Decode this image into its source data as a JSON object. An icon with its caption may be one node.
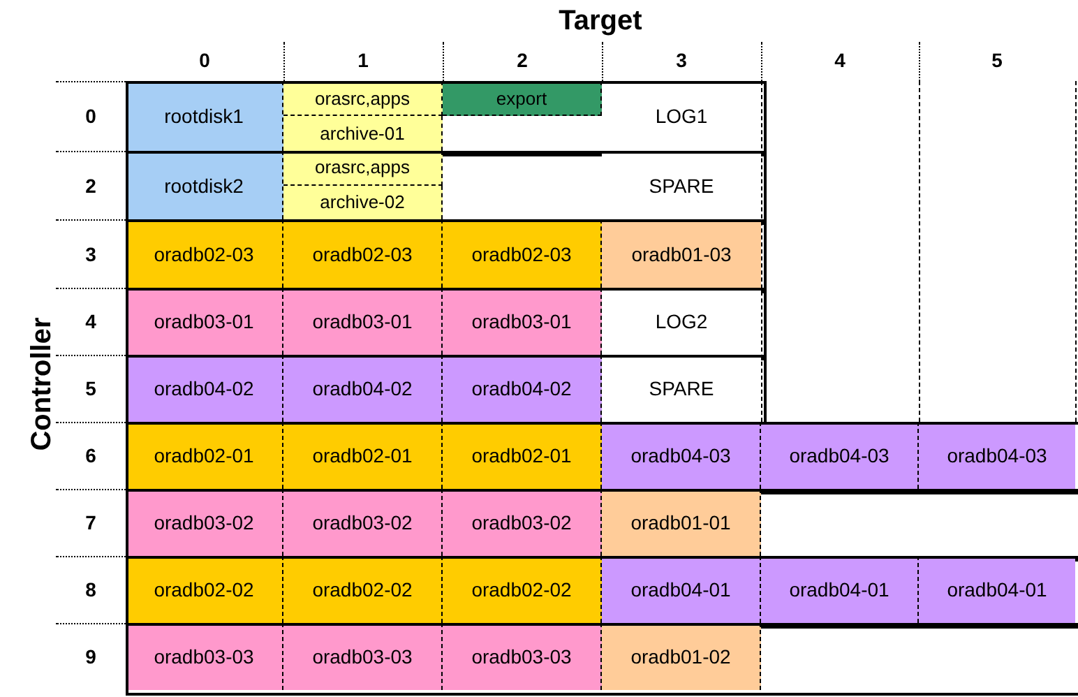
{
  "diagram": {
    "labels": [
      "Target",
      "0",
      "1",
      "2",
      "3",
      "4",
      "5",
      "Controller",
      "0",
      "rootdisk1",
      "orasrc,apps",
      "archive-01",
      "export",
      "LOG1",
      "2",
      "rootdisk2",
      "orasrc,apps",
      "archive-02",
      "SPARE",
      "3",
      "oradb02-03",
      "oradb02-03",
      "oradb02-03",
      "oradb01-03",
      "4",
      "oradb03-01",
      "oradb03-01",
      "oradb03-01",
      "LOG2",
      "5",
      "oradb04-02",
      "oradb04-02",
      "oradb04-02",
      "SPARE",
      "6",
      "oradb02-01",
      "oradb02-01",
      "oradb02-01",
      "oradb04-03",
      "oradb04-03",
      "oradb04-03",
      "7",
      "oradb03-02",
      "oradb03-02",
      "oradb03-02",
      "oradb01-01",
      "8",
      "oradb02-02",
      "oradb02-02",
      "oradb02-02",
      "oradb04-01",
      "oradb04-01",
      "oradb04-01",
      "9",
      "oradb03-03",
      "oradb03-03",
      "oradb03-03",
      "oradb01-02"
    ]
  }
}
